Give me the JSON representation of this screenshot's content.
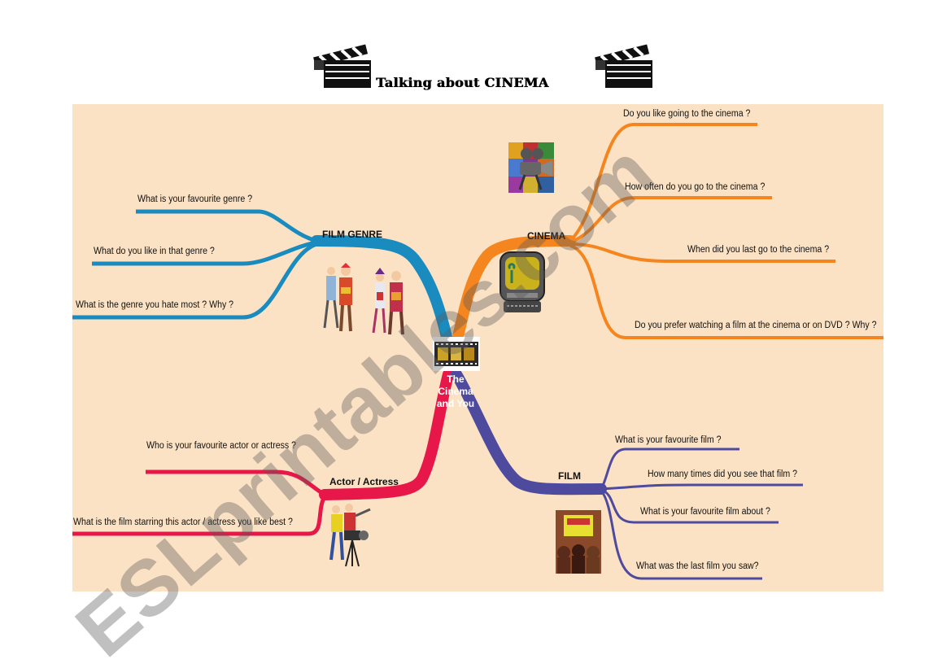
{
  "title": "Talking about CINEMA",
  "center": "The Cinema and You",
  "branches": {
    "genre": {
      "label": "FILM GENRE",
      "color": "#1a8bbf",
      "questions": [
        "What is your favourite genre ?",
        "What do you like in that genre ?",
        "What is the genre you hate most ? Why ?"
      ]
    },
    "cinema": {
      "label": "CINEMA",
      "color": "#f5861f",
      "questions": [
        "Do you like going to the cinema ?",
        "How often do you go to the cinema ?",
        "When did you last go to the cinema ?",
        "Do you prefer  watching a film at the cinema or on DVD ? Why ?"
      ]
    },
    "actor": {
      "label": "Actor / Actress",
      "color": "#e8174a",
      "questions": [
        "Who is your favourite actor or actress ?",
        "What is the film starring this actor / actress you like best ?"
      ]
    },
    "film": {
      "label": "FILM",
      "color": "#4e4a9e",
      "questions": [
        "What is your favourite film ?",
        "How many times did you see that film ?",
        "What is your favourite film about ?",
        "What was the last film you saw?"
      ]
    }
  },
  "watermark": "ESLprintables.com",
  "icons": {
    "title_left": "clapperboard-icon",
    "title_right": "clapperboard-icon",
    "center": "film-strip-icon",
    "genre": "costumed-people-clipart",
    "cinema_tv": "television-clipart",
    "cinema_projector": "projector-clipart",
    "actor": "camera-crew-clipart",
    "film": "cinema-audience-clipart"
  }
}
